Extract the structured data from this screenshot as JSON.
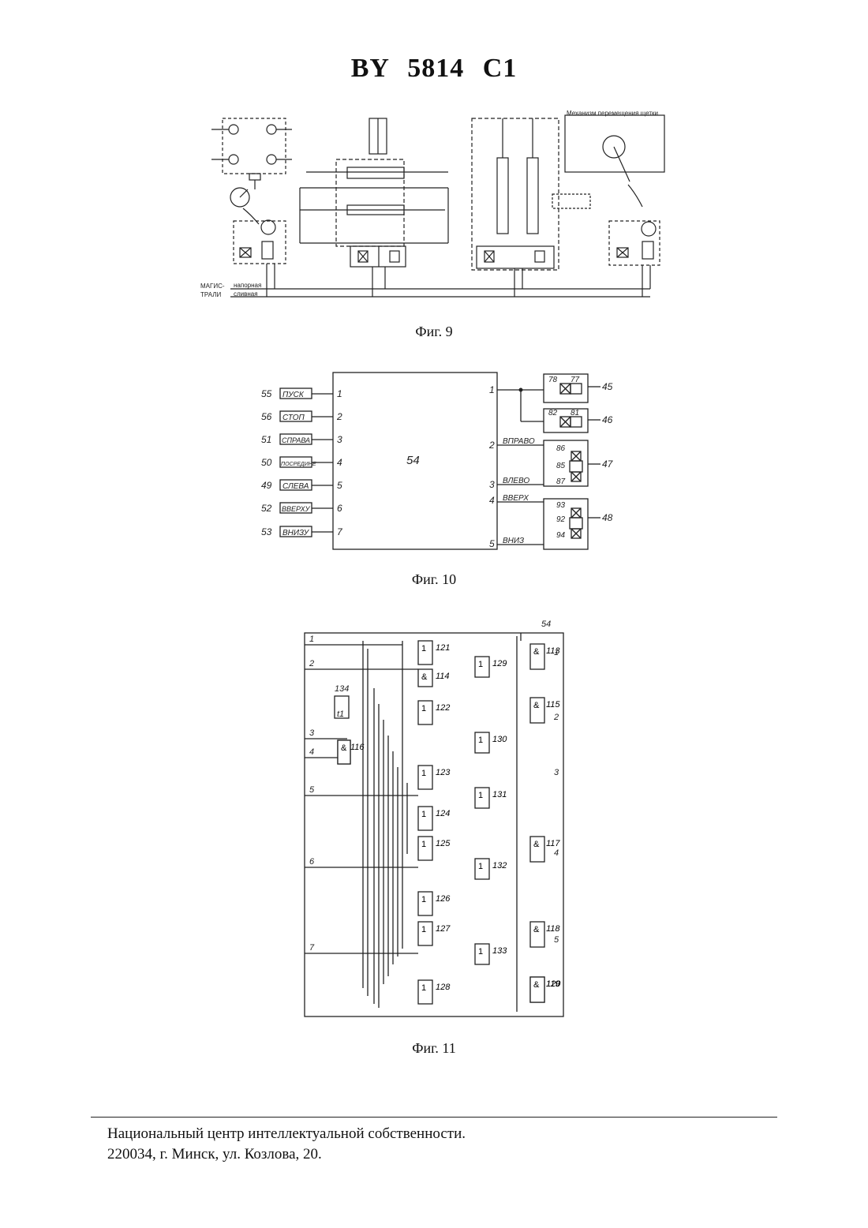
{
  "header": {
    "patent_number": "BY  5814  C1"
  },
  "figures": {
    "fig9": {
      "caption": "Фиг. 9",
      "labels": {
        "magistral": "МАГИС-",
        "tral2": "ТРАЛИ",
        "napornaya": "напорная",
        "slivnaya": "сливная",
        "drift_title": "Механизм перемещения щетки"
      }
    },
    "fig10": {
      "caption": "Фиг. 10",
      "block_label": "54",
      "inputs": [
        {
          "ref": "55",
          "label": "ПУСК",
          "pin": "1"
        },
        {
          "ref": "56",
          "label": "СТОП",
          "pin": "2"
        },
        {
          "ref": "51",
          "label": "СПРАВА",
          "pin": "3"
        },
        {
          "ref": "50",
          "label": "ПОСРЕДИНЕ",
          "pin": "4"
        },
        {
          "ref": "49",
          "label": "СЛЕВА",
          "pin": "5"
        },
        {
          "ref": "52",
          "label": "ВВЕРХУ",
          "pin": "6"
        },
        {
          "ref": "53",
          "label": "ВНИЗУ",
          "pin": "7"
        }
      ],
      "outputs": [
        {
          "pin": "1",
          "label": ""
        },
        {
          "pin": "2",
          "label": "ВПРАВО"
        },
        {
          "pin": "3",
          "label": "ВЛЕВО"
        },
        {
          "pin": "4",
          "label": "ВВЕРХ"
        },
        {
          "pin": "5",
          "label": "ВНИЗ"
        }
      ],
      "valves": [
        {
          "ref": "45",
          "a": "78",
          "b": "77"
        },
        {
          "ref": "46",
          "a": "82",
          "b": "81"
        },
        {
          "ref": "47",
          "a": "86",
          "b": "85",
          "c": "87"
        },
        {
          "ref": "48",
          "a": "93",
          "b": "92",
          "c": "94"
        }
      ]
    },
    "fig11": {
      "caption": "Фиг. 11",
      "block_ref": "54",
      "timer": {
        "ref": "134",
        "label": "t1"
      },
      "inputs": [
        "1",
        "2",
        "3",
        "4",
        "5",
        "6",
        "7"
      ],
      "outputs": [
        "1",
        "2",
        "3",
        "4",
        "5"
      ],
      "or_gates": [
        "121",
        "122",
        "123",
        "124",
        "125",
        "126",
        "127",
        "128"
      ],
      "and_gates": [
        "113",
        "114",
        "115",
        "116",
        "117",
        "118",
        "119",
        "120"
      ],
      "or2_gates": [
        "129",
        "130",
        "131",
        "132",
        "133"
      ]
    }
  },
  "footer": {
    "line1": "Национальный центр интеллектуальной собственности.",
    "line2": "220034, г. Минск, ул. Козлова, 20."
  }
}
